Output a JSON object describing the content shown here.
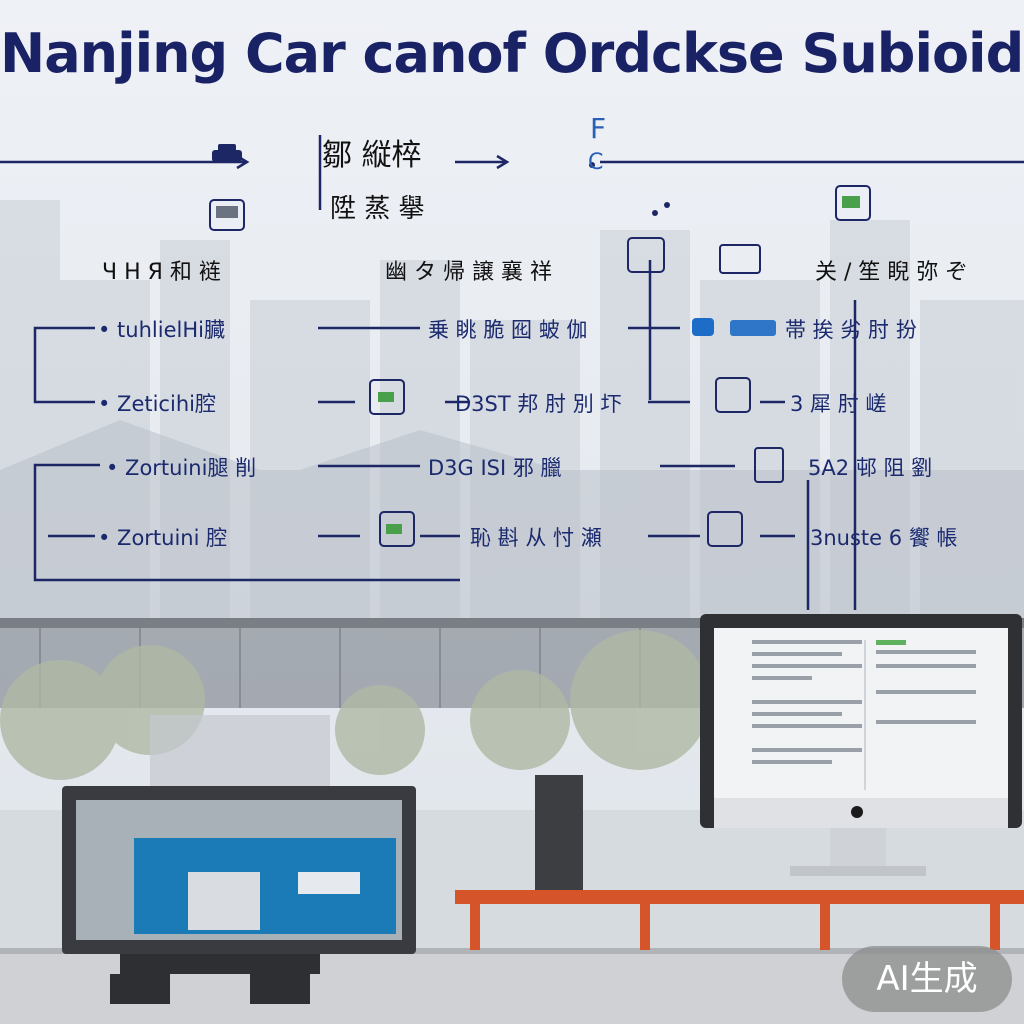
{
  "title": "Nanjing Car canof Ordckse Subioidy",
  "flow": {
    "header_left": "鄒 縦椊",
    "header_left_sub": "陞 蒸 擧",
    "header_right_letter": "F",
    "header_right_letter2": "C",
    "col_row_1": "Ч Н Я   和 裢",
    "col_row_2": "幽 タ 帰 譲 襄 祥",
    "col_row_3": "关 / 笙 睨 弥 ぞ",
    "rows": [
      {
        "left": "• tuhlielHi臓",
        "mid": "乗 眺 脆 囮 蚾 伽",
        "right": "帯 挨 劣 肘 扮"
      },
      {
        "left": "• Zeticihi腔",
        "mid": "D3ST 邦 肘 別 圷",
        "right": "3 犀 肘 嵯"
      },
      {
        "left": "• Zortuini腿 削",
        "mid": "D3G ISI 邪 臘",
        "right": "5A2 邨 阻 劉"
      },
      {
        "left": "• Zortuini 腔",
        "mid": "恥 斟 从 忖 瀬",
        "right": "3nuste 6 饗 帳"
      }
    ]
  },
  "watermark": "AI生成"
}
